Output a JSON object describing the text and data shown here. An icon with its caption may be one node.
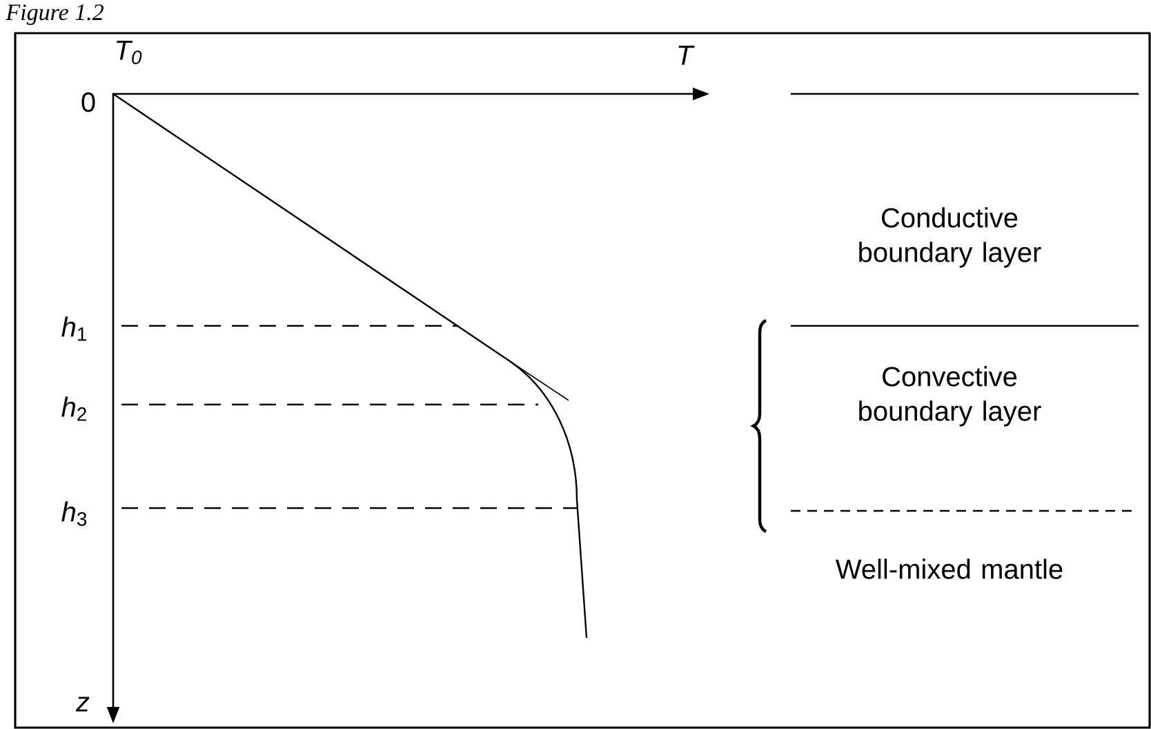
{
  "diagram": {
    "title": "Figure 1.2",
    "labels": [
      "*T*$_{0}$",
      "T",
      "0",
      "Conductive boundary layer",
      "*h*$_{1}$",
      "*h*$_{2}$",
      "Convective boundary layer",
      "*h*$_{3}$",
      "Well-mixed mantle",
      "z"
    ]
  }
}
